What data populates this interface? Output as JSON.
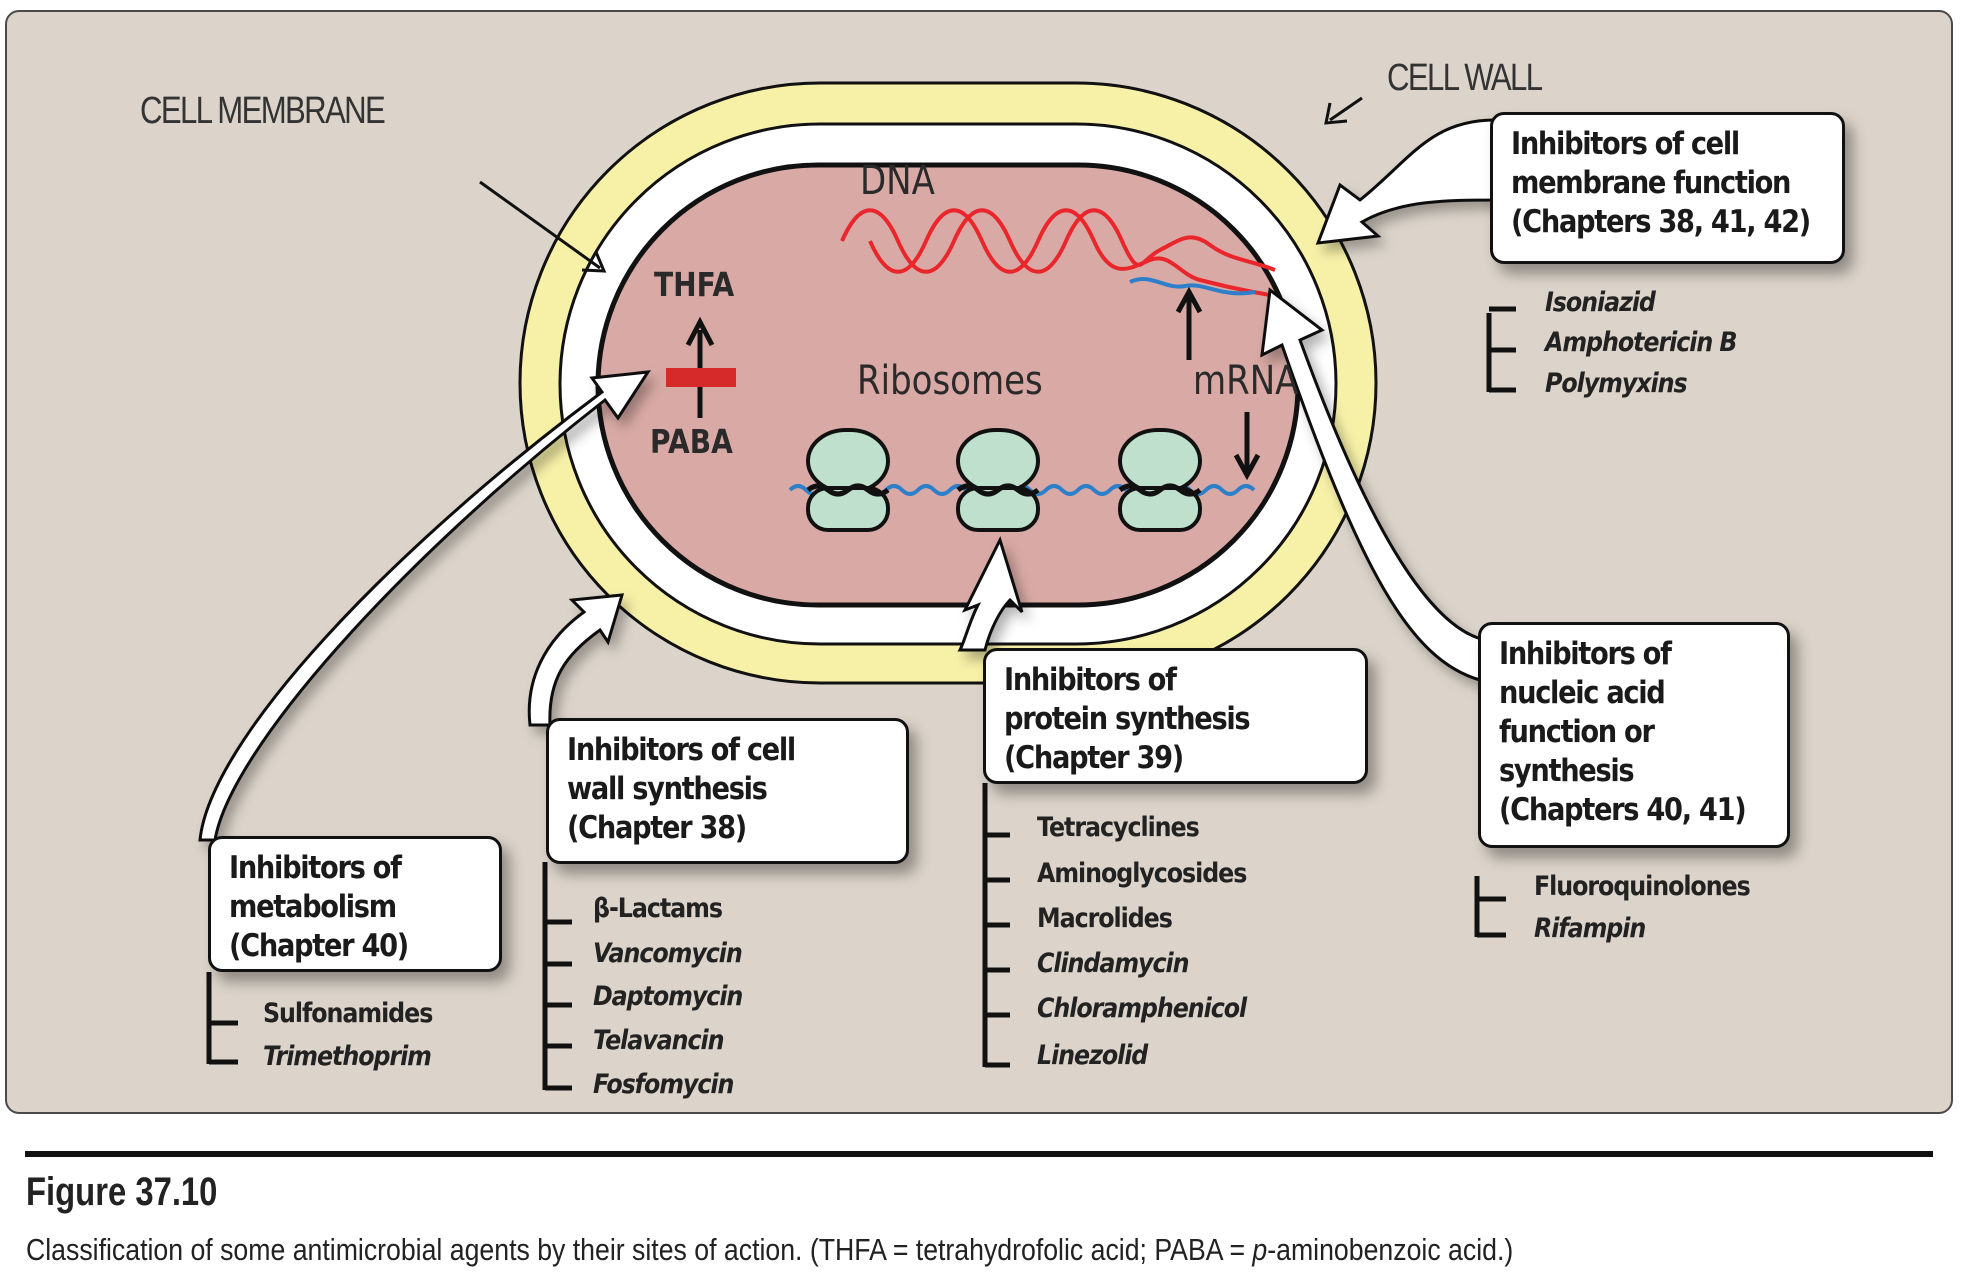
{
  "labels": {
    "cell_membrane": "CELL MEMBRANE",
    "cell_wall": "CELL WALL",
    "dna": "DNA",
    "ribosomes": "Ribosomes",
    "mrna": "mRNA",
    "thfa": "THFA",
    "paba": "PABA"
  },
  "groups": [
    {
      "id": "membrane",
      "title_lines": [
        "Inhibitors of cell",
        "membrane function",
        "(Chapters 38, 41, 42)"
      ],
      "drugs": [
        {
          "name": "Isoniazid",
          "italic": true
        },
        {
          "name": "Amphotericin B",
          "italic": true
        },
        {
          "name": "Polymyxins",
          "italic": true
        }
      ]
    },
    {
      "id": "nucleic",
      "title_lines": [
        "Inhibitors of",
        "nucleic acid",
        "function or",
        "synthesis",
        "(Chapters 40, 41)"
      ],
      "drugs": [
        {
          "name": "Fluoroquinolones",
          "italic": false
        },
        {
          "name": "Rifampin",
          "italic": true
        }
      ]
    },
    {
      "id": "protein",
      "title_lines": [
        "Inhibitors of",
        "protein synthesis",
        "(Chapter 39)"
      ],
      "drugs": [
        {
          "name": "Tetracyclines",
          "italic": false
        },
        {
          "name": "Aminoglycosides",
          "italic": false
        },
        {
          "name": "Macrolides",
          "italic": false
        },
        {
          "name": "Clindamycin",
          "italic": true
        },
        {
          "name": "Chloramphenicol",
          "italic": true
        },
        {
          "name": "Linezolid",
          "italic": true
        }
      ]
    },
    {
      "id": "wall",
      "title_lines": [
        "Inhibitors of cell",
        "wall synthesis",
        "(Chapter 38)"
      ],
      "drugs": [
        {
          "name": "β-Lactams",
          "italic": false
        },
        {
          "name": "Vancomycin",
          "italic": true
        },
        {
          "name": "Daptomycin",
          "italic": true
        },
        {
          "name": "Telavancin",
          "italic": true
        },
        {
          "name": "Fosfomycin",
          "italic": true
        }
      ]
    },
    {
      "id": "metabolism",
      "title_lines": [
        "Inhibitors of",
        "metabolism",
        "(Chapter 40)"
      ],
      "drugs": [
        {
          "name": "Sulfonamides",
          "italic": false
        },
        {
          "name": "Trimethoprim",
          "italic": true
        }
      ]
    }
  ],
  "figure": {
    "title": "Figure 37.10",
    "caption_pre": "Classification of some antimicrobial agents by their sites of action. (THFA = tetrahydrofolic acid; PABA = ",
    "caption_italic": "p",
    "caption_post": "-aminobenzoic acid.)"
  },
  "colors": {
    "background": "#dcd4ca",
    "cell_wall": "#f7f1a8",
    "cytoplasm": "#d9aaa5",
    "dna": "#e8262b",
    "mrna": "#2e7fc9",
    "ribosome": "#bfe0cc",
    "block_bar": "#d62a2a"
  }
}
